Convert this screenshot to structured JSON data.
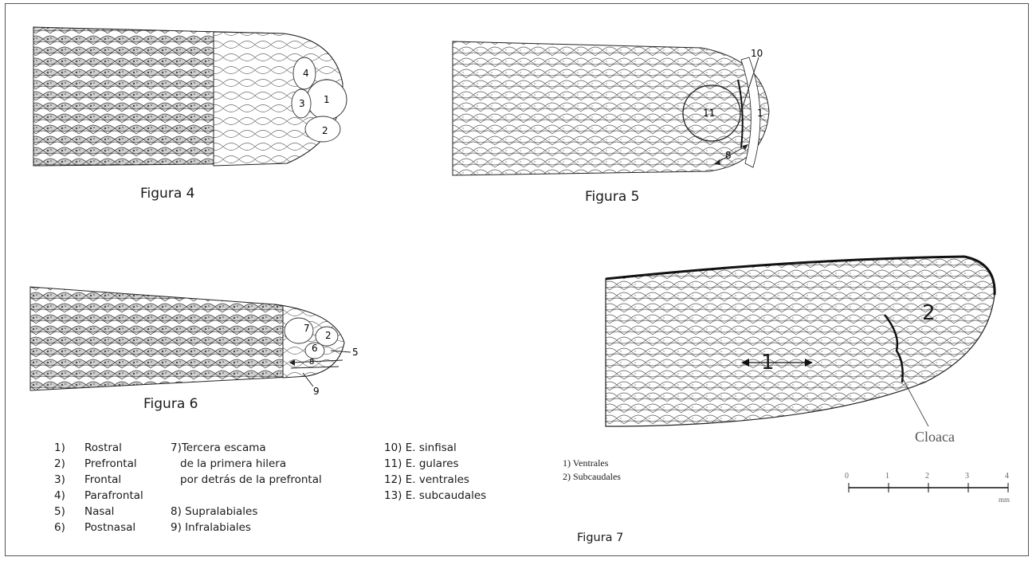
{
  "figures": {
    "fig4": {
      "caption": "Figura 4",
      "markers": [
        "1",
        "2",
        "3",
        "4"
      ]
    },
    "fig5": {
      "caption": "Figura 5",
      "markers": [
        "1",
        "8",
        "10",
        "11"
      ]
    },
    "fig6": {
      "caption": "Figura 6",
      "markers": [
        "2",
        "5",
        "6",
        "7",
        "8",
        "9"
      ]
    },
    "fig7": {
      "caption": "Figura 7",
      "markers": [
        "1",
        "2"
      ],
      "cloaca_label": "Cloaca",
      "legend": [
        "1) Ventrales",
        "2) Subcaudales"
      ],
      "scale": {
        "ticks": [
          "0",
          "1",
          "2",
          "3",
          "4"
        ],
        "unit": "mm"
      }
    }
  },
  "legend": {
    "col1_numbers": [
      "1)",
      "2)",
      "3)",
      "4)",
      "5)",
      "6)"
    ],
    "col1_labels": [
      "Rostral",
      "Prefrontal",
      "Frontal",
      "Parafrontal",
      "Nasal",
      "Postnasal"
    ],
    "col2": [
      "7)Tercera escama",
      "de la primera hilera",
      "por detrás de la  prefrontal",
      "8) Supralabiales",
      "9) Infralabiales"
    ],
    "col3": [
      "10) E. sinfisal",
      "11) E. gulares",
      "12) E. ventrales",
      "13) E. subcaudales"
    ]
  },
  "colors": {
    "ink": "#1a1a1a",
    "frame": "#555555"
  }
}
